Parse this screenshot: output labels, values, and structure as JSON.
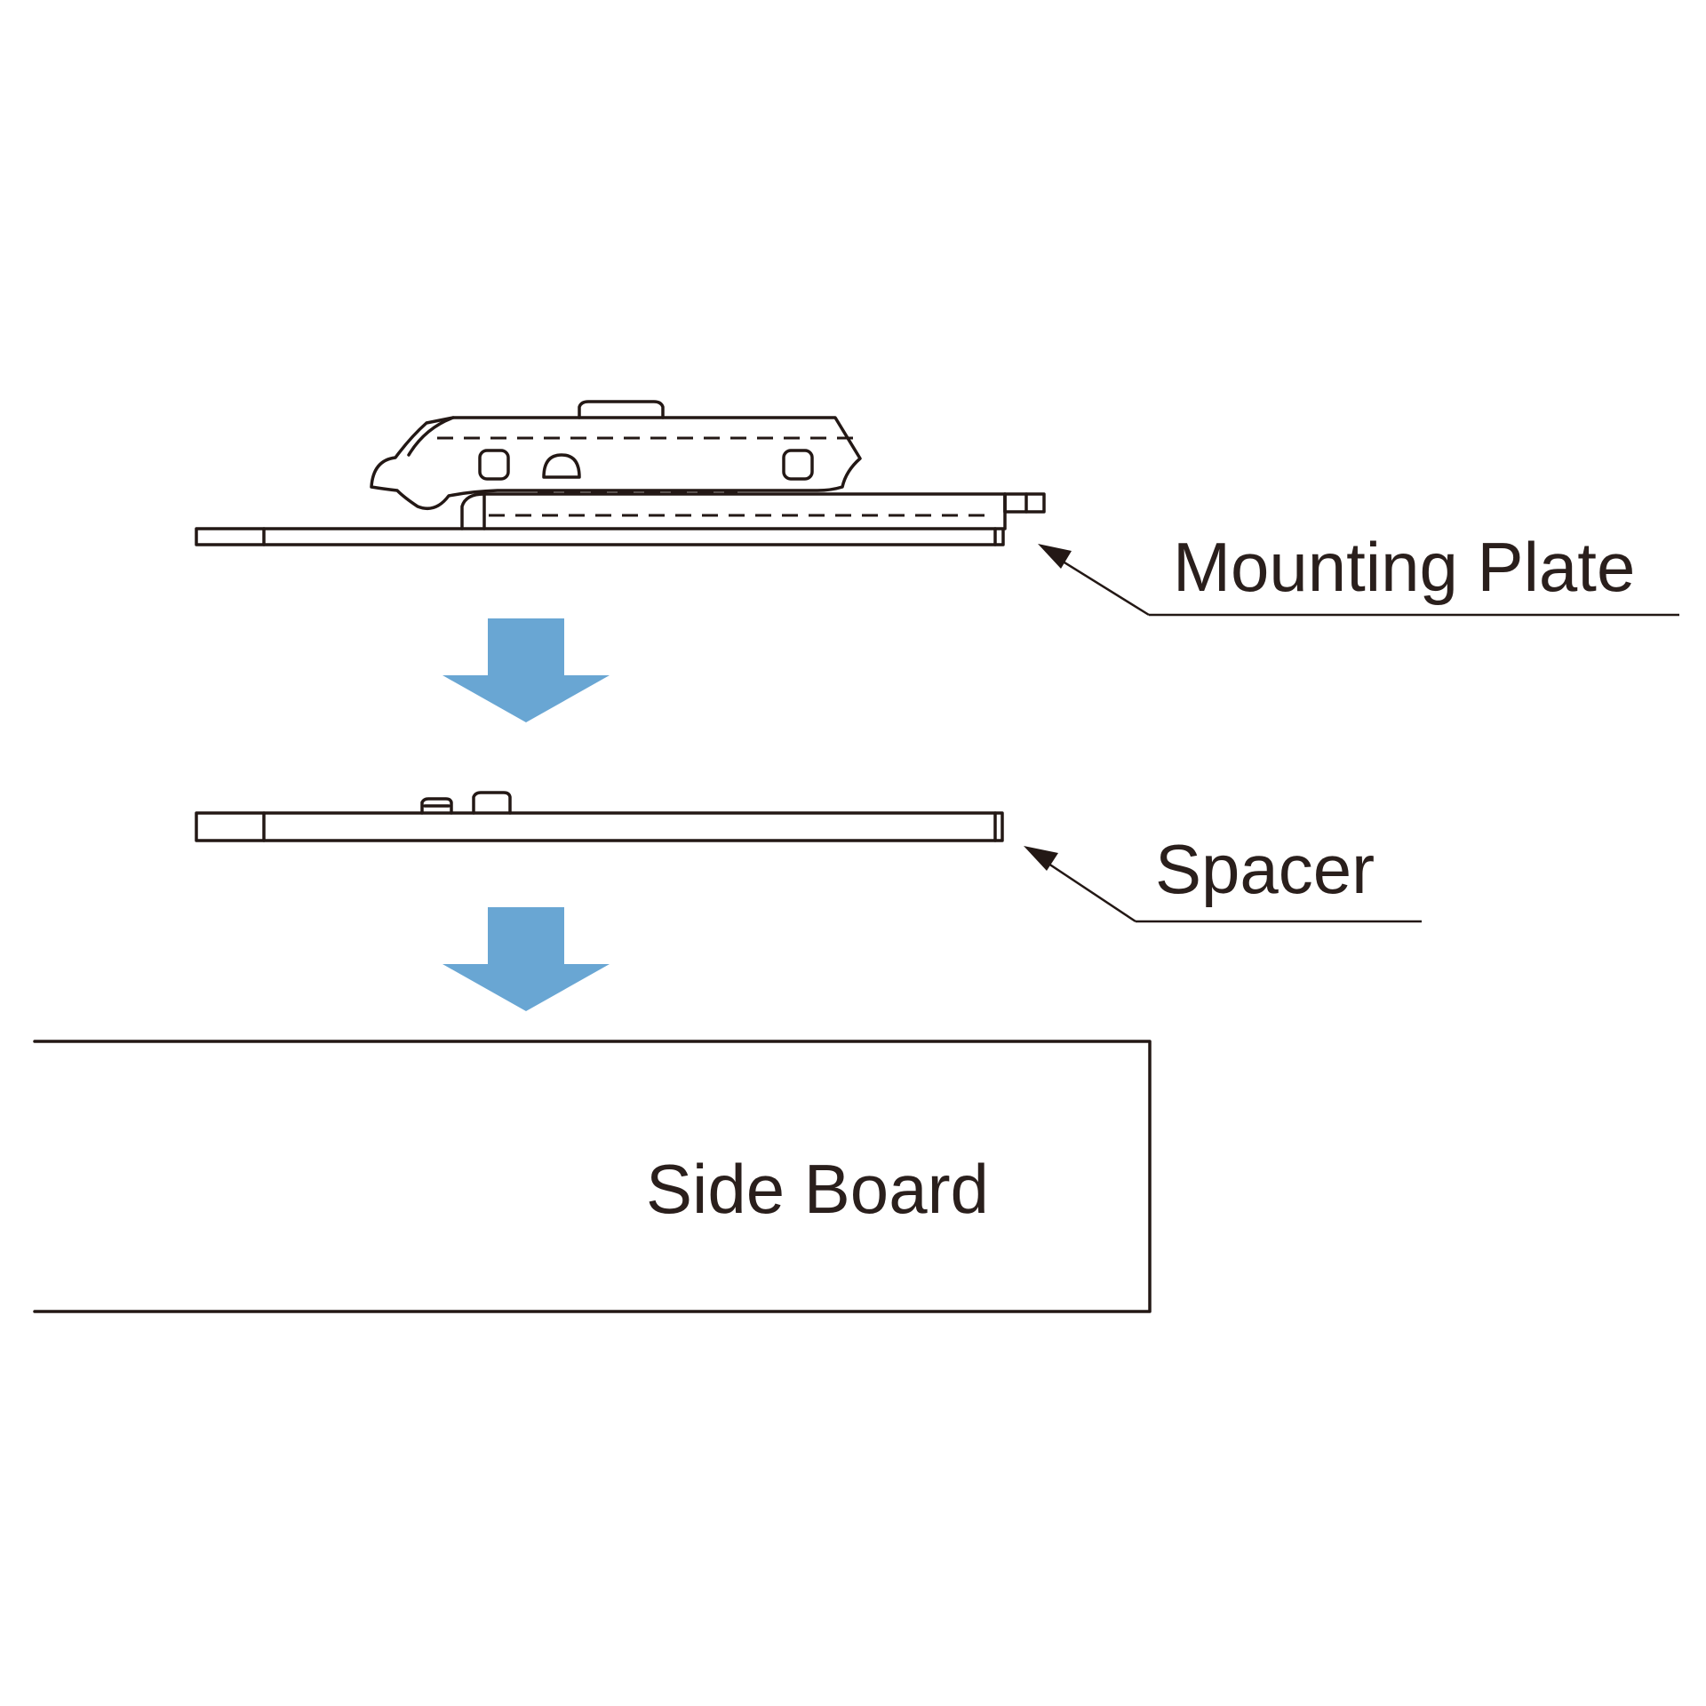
{
  "labels": {
    "mounting_plate": "Mounting Plate",
    "spacer": "Spacer",
    "side_board": "Side Board"
  },
  "colors": {
    "arrow": "#69a6d3",
    "line": "#231815",
    "text": "#2a1f1c"
  }
}
